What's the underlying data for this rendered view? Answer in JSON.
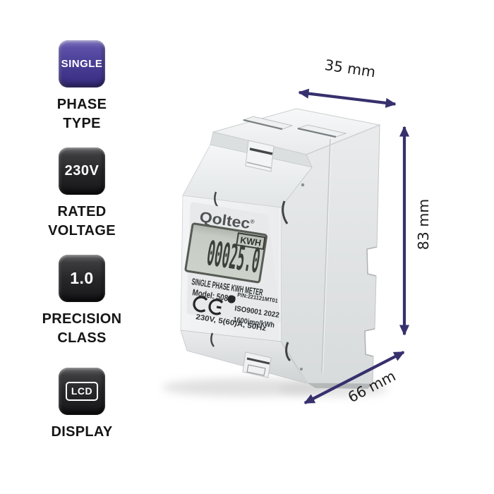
{
  "badges": [
    {
      "value": "SINGLE",
      "caption": [
        "PHASE",
        "TYPE"
      ],
      "style": "purple"
    },
    {
      "value": "230V",
      "caption": [
        "RATED",
        "VOLTAGE"
      ],
      "style": "dark"
    },
    {
      "value": "1.0",
      "caption": [
        "PRECISION",
        "CLASS"
      ],
      "style": "dark"
    },
    {
      "value": "LCD",
      "caption": [
        "DISPLAY"
      ],
      "style": "dark",
      "framed": true
    }
  ],
  "meter": {
    "brand": "Qoltec",
    "brand_reg": "®",
    "display_unit": "KWH",
    "display_value": "00025.0",
    "name": "SINGLE PHASE KWH METER",
    "model": "Model: 50899",
    "part_number": "P/N:221121MT01",
    "cert": "ISO9001 2022",
    "impulse_rate": "1600imp/kWh",
    "rating": "230V, 5(60)A, 50Hz",
    "ce_mark": "CE"
  },
  "dimensions": {
    "width_label": "35 mm",
    "height_label": "83 mm",
    "depth_label": "66 mm"
  },
  "colors": {
    "badge_purple": "#473c92",
    "badge_dark": "#232326",
    "arrow": "#36306d",
    "lcd_background": "#c9cec7",
    "label_text": "#151515"
  }
}
